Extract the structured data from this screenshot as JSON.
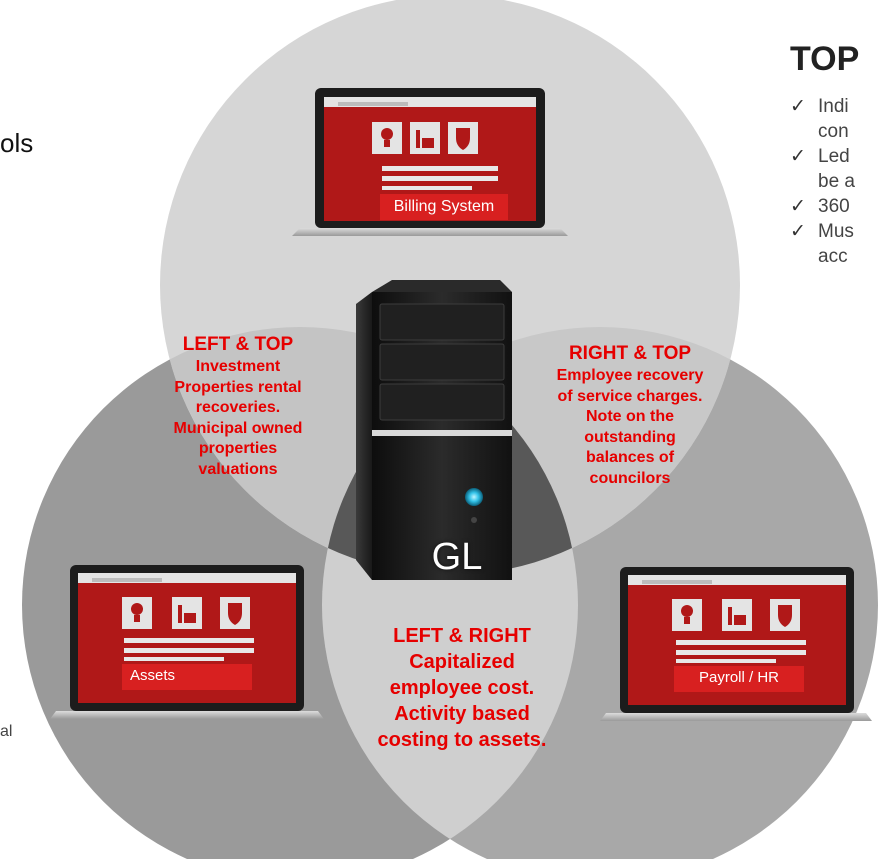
{
  "fragments": {
    "top_title": "TOP",
    "ols": "ols",
    "bottom_left": "al",
    "bullets": [
      {
        "first": "Indi",
        "second": "con"
      },
      {
        "first": "Led",
        "second": "be a"
      },
      {
        "first": "360"
      },
      {
        "first": "Mus",
        "second": "acc"
      }
    ]
  },
  "regions": {
    "left_top": {
      "heading": "LEFT & TOP",
      "lines": [
        "Investment",
        "Properties rental",
        "recoveries.",
        "Municipal owned",
        "properties",
        "valuations"
      ]
    },
    "right_top": {
      "heading": "RIGHT & TOP",
      "lines": [
        "Employee recovery",
        "of service charges.",
        "Note on the",
        "outstanding",
        "balances of",
        "councilors"
      ]
    },
    "left_right": {
      "heading": "LEFT & RIGHT",
      "lines": [
        "Capitalized",
        "employee cost.",
        "Activity based",
        "costing to assets."
      ]
    }
  },
  "center": {
    "label": "GL"
  },
  "laptops": {
    "top": {
      "label": "Billing System",
      "icons": [
        "lightbulb-icon",
        "factory-icon",
        "shield-icon"
      ]
    },
    "left": {
      "label": "Assets",
      "icons": [
        "lightbulb-icon",
        "factory-icon",
        "shield-icon"
      ]
    },
    "right": {
      "label": "Payroll / HR",
      "icons": [
        "lightbulb-icon",
        "factory-icon",
        "shield-icon"
      ]
    }
  },
  "colors": {
    "accent_red": "#e60000",
    "screen_red": "#b01818",
    "circle_top": "#d6d6d6",
    "circle_left": "#9a9a9a",
    "circle_right": "#a8a8a8",
    "circle_center": "#585858"
  }
}
